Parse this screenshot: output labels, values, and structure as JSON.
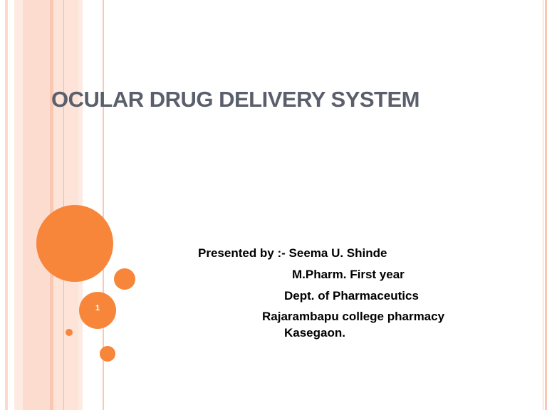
{
  "slide": {
    "title": "OCULAR DRUG DELIVERY SYSTEM",
    "page_number": "1",
    "lines": [
      "Presented by :- Seema U. Shinde",
      "M.Pharm. First year",
      "Dept. of Pharmaceutics",
      "Rajarambapu college pharmacy",
      "Kasegaon."
    ]
  },
  "colors": {
    "accent": "#f7853a",
    "title": "#5a5f6b",
    "stripe": "#fbd3c3"
  }
}
